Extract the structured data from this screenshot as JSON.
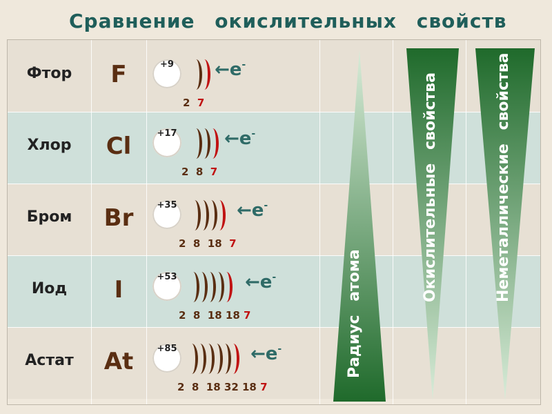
{
  "title": "Сравнение окислительных свойств",
  "elements": [
    {
      "name": "Фтор",
      "symbol": "F",
      "charge": "+9",
      "shells": [
        "2",
        "7"
      ],
      "electron": "←e",
      "sup": "-"
    },
    {
      "name": "Хлор",
      "symbol": "Cl",
      "charge": "+17",
      "shells": [
        "2",
        "8",
        "7"
      ],
      "electron": "←e",
      "sup": "-"
    },
    {
      "name": "Бром",
      "symbol": "Br",
      "charge": "+35",
      "shells": [
        "2",
        "8",
        "18",
        "7"
      ],
      "electron": "←e",
      "sup": "-"
    },
    {
      "name": "Иод",
      "symbol": "I",
      "charge": "+53",
      "shells": [
        "2",
        "8",
        "18",
        "18",
        "7"
      ],
      "electron": "←e",
      "sup": "-"
    },
    {
      "name": "Астат",
      "symbol": "At",
      "charge": "+85",
      "shells": [
        "2",
        "8",
        "18",
        "32",
        "18",
        "7"
      ],
      "electron": "←e",
      "sup": "-"
    }
  ],
  "triangles": [
    {
      "label": "Радиус атома",
      "direction": "up"
    },
    {
      "label": "Окислительные свойства",
      "direction": "down"
    },
    {
      "label": "Неметаллические свойства",
      "direction": "down"
    }
  ],
  "colors": {
    "title": "#1f5e5a",
    "symbol": "#5a2e12",
    "outer_shell": "#c01212",
    "triangle_dark": "#1f6a2b",
    "triangle_light": "#d9ecd9"
  }
}
